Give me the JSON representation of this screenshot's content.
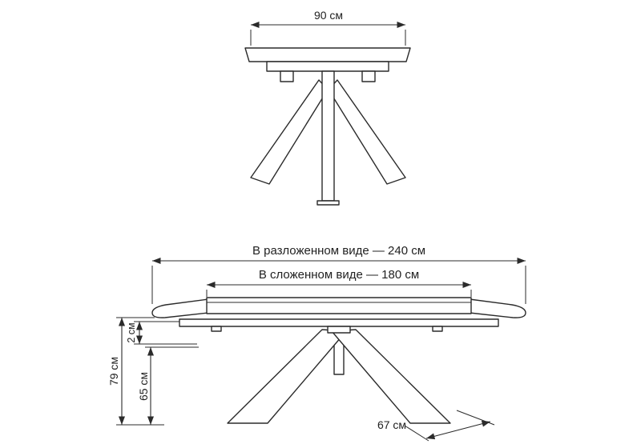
{
  "colors": {
    "line": "#2b2b2b",
    "text": "#222222",
    "background": "#ffffff"
  },
  "front_view": {
    "width": "90 см"
  },
  "side_view": {
    "extended_width": "В разложенном виде — 240 см",
    "folded_width": "В сложенном виде — 180 см",
    "total_height": "79 см",
    "leg_height": "65 см",
    "frame_thickness": "2 см",
    "base_depth": "67 см"
  }
}
